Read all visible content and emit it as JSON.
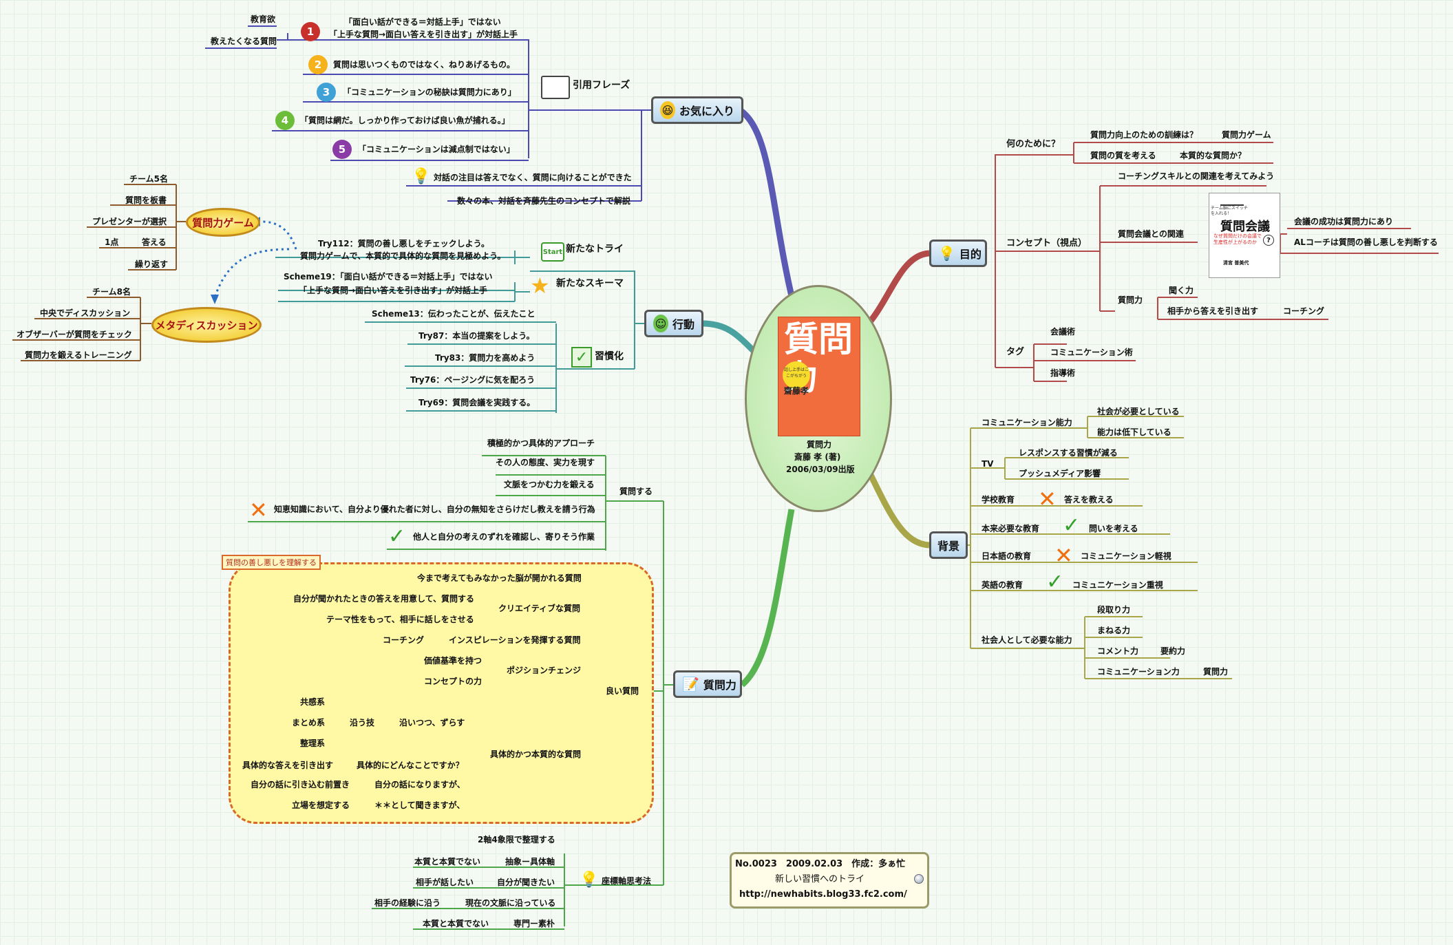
{
  "center": {
    "book_title": "質問力",
    "book_sub": "話し上手はここがちがう",
    "book_author": "齋藤孝",
    "caption1": "質問力",
    "caption2": "斎藤 孝 (著)",
    "caption3": "2006/03/09出版"
  },
  "info": {
    "line1": "No.0023　2009.02.03　作成：多ぁ忙",
    "line2": "新しい習慣へのトライ",
    "line3": "http://newhabits.blog33.fc2.com/"
  },
  "icons": {
    "start_badge": "Start",
    "help_badge": "?"
  },
  "colors": {
    "okiniiri": "#5a5ab4",
    "mokuteki": "#b24a4a",
    "kodo": "#4aa2a0",
    "shitsumon": "#57b450",
    "haikei": "#a9a64a",
    "orange": "#d9692a"
  },
  "okiniiri": {
    "label": "お気に入り",
    "inyo": "引用フレーズ",
    "q1a": "「面白い話ができる＝対話上手」ではない",
    "q1b": "「上手な質問→面白い答えを引き出す」が対話上手",
    "kyoikuyoku": "教育欲",
    "oshietaku": "教えたくなる質問",
    "q2": "質問は思いつくものではなく、ねりあげるもの。",
    "q3": "「コミュニケーションの秘訣は質問力にあり」",
    "q4": "「質問は網だ。しっかり作っておけば良い魚が捕れる。」",
    "q5": "「コミュニケーションは減点制ではない」",
    "n6": "対話の注目は答えでなく、質問に向けることができた",
    "n7": "数々の本、対話を斉藤先生のコンセプトで解説"
  },
  "kodo": {
    "label": "行動",
    "arata_try": "新たなトライ",
    "try112a": "Try112：質問の善し悪しをチェックしよう。",
    "try112b": "質問力ゲームで、本質的で具体的な質問を見極めよう。",
    "arata_scheme": "新たなスキーマ",
    "sch19a": "Scheme19：「面白い話ができる＝対話上手」ではない",
    "sch19b": "「上手な質問→面白い答えを引き出す」が対話上手",
    "sch13": "Scheme13：伝わったことが、伝えたこと",
    "shukanka": "習慣化",
    "try87": "Try87：本当の提案をしよう。",
    "try83": "Try83：質問力を高めよう",
    "try76": "Try76：ページングに気を配ろう",
    "try69": "Try69：質問会議を実践する。"
  },
  "game": {
    "label": "質問力ゲーム",
    "items": [
      "チーム5名",
      "質問を板書",
      "プレゼンターが選択",
      "1点",
      "答える",
      "繰り返す"
    ]
  },
  "meta": {
    "label": "メタディスカッション",
    "items": [
      "チーム8名",
      "中央でディスカッション",
      "オブザーバーが質問をチェック",
      "質問力を鍛えるトレーニング"
    ]
  },
  "mokuteki": {
    "label": "目的",
    "nannotame": "何のために？",
    "kunren": "質問力向上のための訓練は？",
    "game": "質問力ゲーム",
    "shitsu": "質問の質を考える",
    "honshitsu": "本質的な質問か？",
    "concept": "コンセプト（視点）",
    "coaching_kanren": "コーチングスキルとの関連を考えてみよう",
    "kaigi_kanren": "質問会議との関連",
    "kaigi_seiko": "会議の成功は質問力にあり",
    "al": "ALコーチは質問の善し悪しを判断する",
    "book2_top": "チーム脳にスイッチを入れる！",
    "book2_title": "質問会議",
    "book2_sub": "なぜ質問だけの会議で生産性が上がるのか",
    "book2_author": "清宮 普美代",
    "shitsumonryoku": "質問力",
    "kiku": "聞く力",
    "hikidasu": "相手から答えを引き出す",
    "coaching": "コーチング",
    "tag": "タグ",
    "tag1": "会議術",
    "tag2": "コミュニケーション術",
    "tag3": "指導術"
  },
  "haikei": {
    "label": "背景",
    "comm": "コミュニケーション能力",
    "shakai_hitsuyo": "社会が必要としている",
    "noryoku": "能力は低下している",
    "tv": "TV",
    "response": "レスポンスする習慣が減る",
    "push": "プッシュメディア影響",
    "gakko": "学校教育",
    "kotae": "答えを教える",
    "honrai": "本来必要な教育",
    "toi": "問いを考える",
    "nihongo": "日本語の教育",
    "comm_keishi": "コミュニケーション軽視",
    "eigo": "英語の教育",
    "comm_juushi": "コミュニケーション重視",
    "shakaijin": "社会人として必要な能力",
    "dandori": "段取り力",
    "maneru": "まねる力",
    "comment": "コメント力",
    "yoyaku": "要約力",
    "commryoku": "コミュニケーション力",
    "shitsumonryoku": "質問力"
  },
  "shitsumon": {
    "label": "質問力",
    "suru": "質問する",
    "sekkyoku": "積極的かつ具体的アプローチ",
    "taido": "その人の態度、実力を現す",
    "bunmyaku": "文脈をつかむ力を鍛える",
    "chishiki": "知恵知識において、自分より優れた者に対し、自分の無知をさらけだし教えを請う行為",
    "zure": "他人と自分の考えのずれを確認し、寄りそう作業",
    "tag": "質問の善し悪しを理解する",
    "yoi": "良い質問",
    "imamade": "今まで考えてもみなかった脳が開かれる質問",
    "creative": "クリエイティブな質問",
    "kikareta": "自分が聞かれたときの答えを用意して、質問する",
    "theme": "テーマ性をもって、相手に話しをさせる",
    "inspi_coaching": "コーチング",
    "inspiration": "インスピレーションを発揮する質問",
    "position": "ポジションチェンジ",
    "kachi": "価値基準を持つ",
    "concept": "コンセプトの力",
    "gutai": "具体的かつ本質的な質問",
    "kyokan": "共感系",
    "matome": "まとめ系",
    "seiri": "整理系",
    "sou": "沿う技",
    "zurasu": "沿いつつ、ずらす",
    "hikidasu": "具体的な答えを引き出す",
    "donna": "具体的にどんなことですか？",
    "jibun_hanashi": "自分の話に引き込む前置き",
    "jibun_naru": "自分の話になりますが、",
    "tachiba": "立場を想定する",
    "toshite": "＊＊として聞きますが、",
    "zahyo": "座標軸思考法",
    "jiku": "2軸4象限で整理する",
    "honshitsu1": "本質と本質でない",
    "chusho": "抽象ー具体軸",
    "aite": "相手が話したい",
    "jibun": "自分が聞きたい",
    "keiken": "相手の経験に沿う",
    "genzai": "現在の文脈に沿っている",
    "honshitsu2": "本質と本質でない",
    "senmon": "専門ー素朴"
  }
}
